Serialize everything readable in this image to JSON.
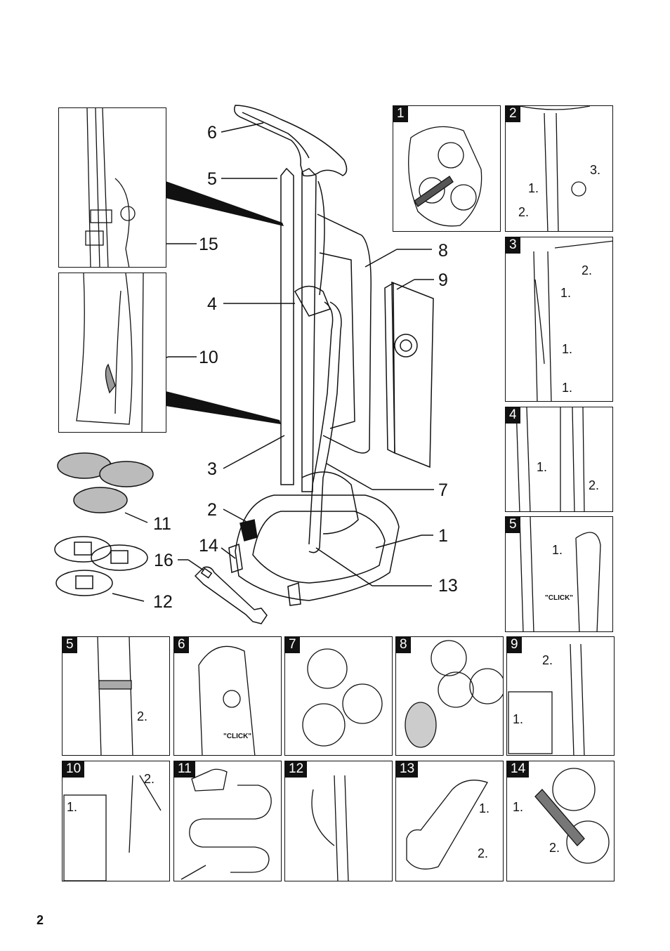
{
  "page_number": "2",
  "callouts": {
    "c1": "1",
    "c2": "2",
    "c3": "3",
    "c4": "4",
    "c5": "5",
    "c6": "6",
    "c7": "7",
    "c8": "8",
    "c9": "9",
    "c10": "10",
    "c11": "11",
    "c12": "12",
    "c13": "13",
    "c14": "14",
    "c15": "15",
    "c16": "16"
  },
  "panels": {
    "p1": "1",
    "p2": "2",
    "p3": "3",
    "p4": "4",
    "p5a": "5",
    "p5b": "5",
    "p6": "6",
    "p7": "7",
    "p8": "8",
    "p9": "9",
    "p10": "10",
    "p11": "11",
    "p12": "12",
    "p13": "13",
    "p14": "14"
  },
  "steps": {
    "s1": "1.",
    "s2": "2.",
    "s3": "3."
  },
  "click_text": "\"CLICK\""
}
